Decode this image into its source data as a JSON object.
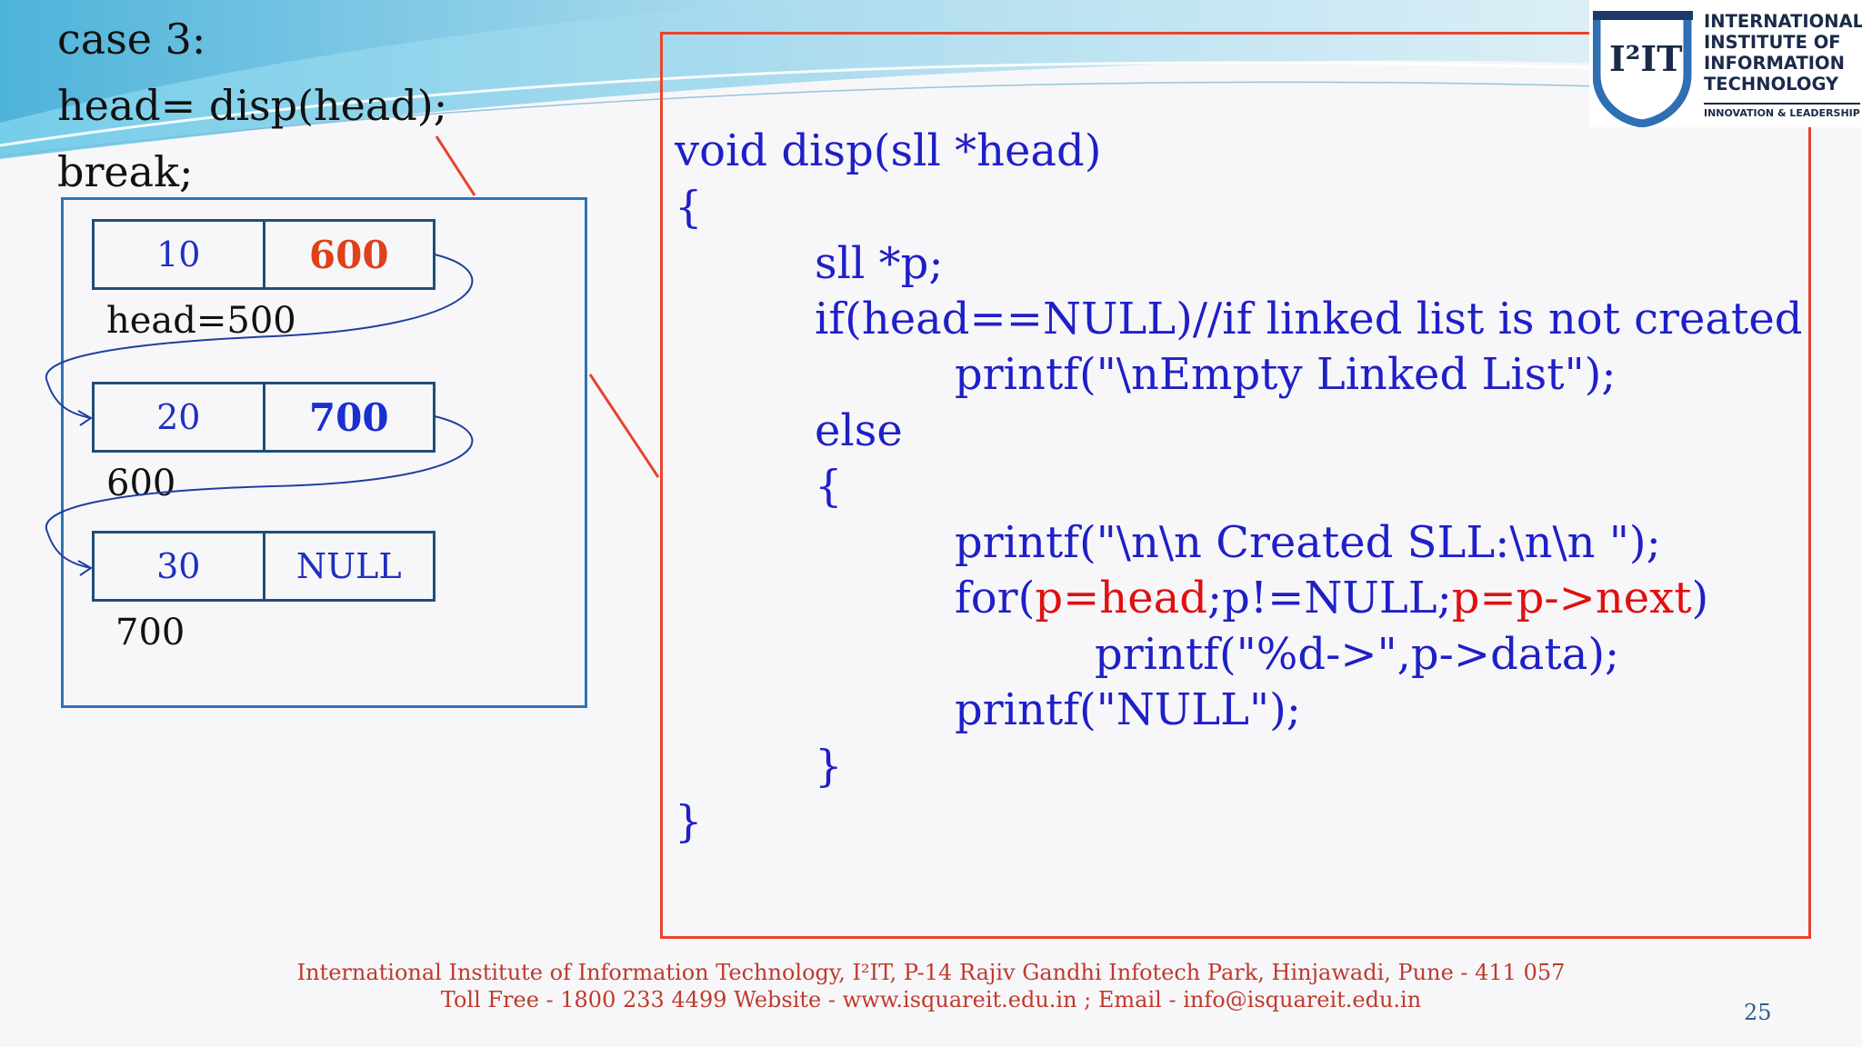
{
  "case_block": {
    "line1": "case 3:",
    "line2": "head= disp(head);",
    "line3": "break;"
  },
  "linked_list": {
    "nodes": [
      {
        "data": "10",
        "next": "600",
        "address_label": "head=500"
      },
      {
        "data": "20",
        "next": "700",
        "address_label": "600"
      },
      {
        "data": "30",
        "next": "NULL",
        "address_label": "700"
      }
    ]
  },
  "code": {
    "line1": "void disp(sll *head)",
    "line2": "{",
    "line3": "sll *p;",
    "line4": "if(head==NULL)//if linked list is not created",
    "line5": "printf(\"\\nEmpty Linked List\");",
    "line6": "else",
    "line7": "{",
    "line8": "printf(\"\\n\\n Created SLL:\\n\\n \");",
    "line9_a": "for(",
    "line9_b": "p=head",
    "line9_c": ";p!=NULL;",
    "line9_d": "p=p->next",
    "line9_e": ")",
    "line10": "printf(\"%d->\",p->data);",
    "line11": "printf(\"NULL\");",
    "line12": "}",
    "line13": "}"
  },
  "logo": {
    "mark": "I²IT",
    "line1": "INTERNATIONAL",
    "line2": "INSTITUTE OF",
    "line3": "INFORMATION",
    "line4": "TECHNOLOGY",
    "tagline": "INNOVATION & LEADERSHIP"
  },
  "footer": {
    "line1": "International Institute of Information Technology, I²IT, P-14 Rajiv Gandhi Infotech Park, Hinjawadi, Pune - 411 057",
    "line2": "Toll Free - 1800 233 4499 Website - www.isquareit.edu.in ; Email - info@isquareit.edu.in",
    "page_number": "25"
  },
  "colors": {
    "code_text": "#1f1fc8",
    "highlight": "#e01010",
    "code_frame": "#e8442a",
    "list_frame": "#2e74b5",
    "footer_text": "#c0392b"
  }
}
